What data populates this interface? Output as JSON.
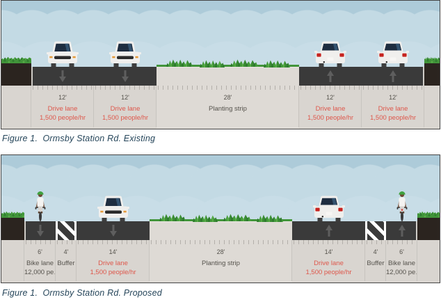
{
  "document": {
    "figures": [
      {
        "caption": "Figure 1.  Ormsby Station Rd. Existing",
        "sections": [
          {
            "type": "edge"
          },
          {
            "dim": "12'",
            "name": "Drive lane",
            "detail": "1,500 people/hr"
          },
          {
            "dim": "12'",
            "name": "Drive lane",
            "detail": "1,500 people/hr"
          },
          {
            "dim": "28'",
            "name": "Planting strip"
          },
          {
            "dim": "12'",
            "name": "Drive lane",
            "detail": "1,500 people/hr"
          },
          {
            "dim": "12'",
            "name": "Drive lane",
            "detail": "1,500 people/hr"
          },
          {
            "type": "edge"
          }
        ]
      },
      {
        "caption": "Figure 1.  Ormsby Station Rd. Proposed",
        "sections": [
          {
            "type": "edge"
          },
          {
            "dim": "6'",
            "name": "Bike lane",
            "detail": "12,000 pe…"
          },
          {
            "dim": "4'",
            "name": "Buffer"
          },
          {
            "dim": "14'",
            "name": "Drive lane",
            "detail": "1,500 people/hr"
          },
          {
            "dim": "28'",
            "name": "Planting strip"
          },
          {
            "dim": "14'",
            "name": "Drive lane",
            "detail": "1,500 people/hr"
          },
          {
            "dim": "4'",
            "name": "Buffer"
          },
          {
            "dim": "6'",
            "name": "Bike lane",
            "detail": "12,000 pe…"
          },
          {
            "type": "edge"
          }
        ]
      }
    ],
    "colors": {
      "sky": "#adcbd9",
      "cloud": "#c3dae4",
      "asphalt": "#3a3a3a",
      "arrow": "#5e5e5e",
      "ground": "#d9d5d0",
      "edge_dirt": "#2b241f",
      "grass": "#41943a",
      "label_gray": "#55524c",
      "label_red": "#de574b",
      "caption_text": "#25455a"
    }
  }
}
